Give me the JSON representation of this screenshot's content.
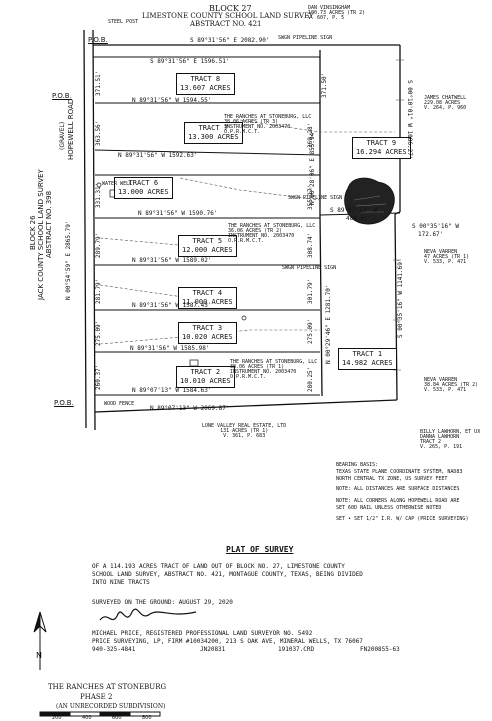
{
  "header": {
    "block": "BLOCK 27",
    "survey": "LIMESTONE COUNTY SCHOOL LAND SURVEY",
    "abstract": "ABSTRACT NO. 421"
  },
  "west_survey": {
    "block": "BLOCK 26",
    "survey": "JACK COUNTY SCHOOL LAND SURVEY",
    "abstract": "ABSTRACT NO. 398"
  },
  "road": {
    "name": "HOPEWELL ROAD",
    "surface": "(GRAVEL)"
  },
  "pob_label": "P.O.B.",
  "tracts": [
    {
      "name": "TRACT 8",
      "acres": "13.607 ACRES"
    },
    {
      "name": "TRACT 7",
      "acres": "13.300 ACRES"
    },
    {
      "name": "TRACT 9",
      "acres": "16.294 ACRES"
    },
    {
      "name": "TRACT 6",
      "acres": "13.000 ACRES"
    },
    {
      "name": "TRACT 5",
      "acres": "12.000 ACRES"
    },
    {
      "name": "TRACT 4",
      "acres": "11.000 ACRES"
    },
    {
      "name": "TRACT 3",
      "acres": "10.020 ACRES"
    },
    {
      "name": "TRACT 2",
      "acres": "10.010 ACRES"
    },
    {
      "name": "TRACT 1",
      "acres": "14.982 ACRES"
    }
  ],
  "bearings": {
    "top": "S 89°31'56\" E   2082.90'",
    "l8n": "S 89°31'56\" E   1596.51'",
    "l87": "N 89°31'56\" W   1594.55'",
    "l76": "N 89°31'56\" W   1592.63'",
    "l65": "N 89°31'56\" W   1590.76'",
    "l54": "N 89°31'56\" W   1589.02'",
    "l43": "N 89°31'56\" W   1587.43'",
    "l32": "N 89°31'56\" W   1585.98'",
    "l2b": "N 89°07'13\" W   1584.63'",
    "bottom": "N 89°07'13\" W   2069.87'",
    "tract9_s": "S 89°07'13\" W",
    "tract9_s_dist": "489.61'",
    "tract9_w": "N 00°28'06\" E   855.94'",
    "east1": "S 00°10'01\" W   1086.27'",
    "east2": "S 00°35'16\" W",
    "east2_dist": "172.67'",
    "east3": "S 00°35'16\" W   1141.69'",
    "tract1_w": "N 00°29'46\" E   1281.70'",
    "west_main": "N 00°54'59\" E   2865.79'"
  },
  "owners": {
    "ne": "DAN VINSINGHAM\n100.73 ACRES (TR 2)\nV. 607, P. 5",
    "east": "JAMES CHATWELL\n229.08 ACRES\nV. 264, P. 960",
    "neva1": "NEVA VARREN\n47 ACRES (TR 1)\nV. 533, P. 471",
    "neva2": "NEVA VARREN\n38.84 ACRES (TR 2)\nV. 533, P. 471",
    "billy": "BILLY LAWHORN, ET UX\nDANNA LAWHORN\nTRACT 2\nV. 265, P. 191",
    "lone": "LONE VALLEY REAL ESTATE, LTD\n131 ACRES (TR 1)\nV. 361, P. 683",
    "stone1": "THE RANCHES AT STONEBURG, LLC\n38.06 ACRES (TR 3)\nINSTRUMENT NO. 2003470\nO.P.R.M.C.T.",
    "stone2": "THE RANCHES AT STONEBURG, LLC\n36.06 ACRES (TR 2)\nINSTRUMENT NO. 2003470\nO.P.R.M.C.T.",
    "stone3": "THE RANCHES AT STONEBURG, LLC\n38.06 ACRES (TR 1)\nINSTRUMENT NO. 2003470\nO.P.R.M.C.T."
  },
  "notes": {
    "basis": "BEARING BASIS:\nTEXAS STATE PLANE COORDINATE SYSTEM, NAD83\nNORTH CENTRAL TX ZONE, US SURVEY FEET",
    "n1": "NOTE: ALL DISTANCES ARE SURFACE DISTANCES",
    "n2": "NOTE: ALL CORNERS ALONG HOPEWELL ROAD ARE\nSET 60D NAIL UNLESS OTHERWISE NOTED",
    "n3": "SET • SET 1/2\" I.R. W/ CAP (PRICE SURVEYING)"
  },
  "plat": {
    "title": "PLAT OF SURVEY",
    "desc": "OF A 114.193 ACRES TRACT OF LAND OUT OF BLOCK NO. 27, LIMESTONE COUNTY\nSCHOOL LAND SURVEY, ABSTRACT NO. 421, MONTAGUE COUNTY, TEXAS, BEING DIVIDED\nINTO NINE TRACTS",
    "surveyed": "SURVEYED ON THE GROUND: AUGUST 29, 2020",
    "surveyor": "MICHAEL PRICE, REGISTERED PROFESSIONAL LAND SURVEYOR NO. 5492",
    "firm": "PRICE SURVEYING, LP, FIRM #10034200, 213 S OAK AVE, MINERAL WELLS, TX  76067",
    "phone": "940-325-4841",
    "job": "JN20831",
    "crd": "191037.CRD",
    "fn": "FN200855-63"
  },
  "subdivision": {
    "name": "THE RANCHES AT STONEBURG",
    "phase": "PHASE 2",
    "note": "(AN UNRECORDED SUBDIVISION)"
  },
  "scale": {
    "marks": [
      "200",
      "400",
      "600",
      "800"
    ]
  },
  "north_label": "N",
  "side_dims": {
    "w1": "371.51'",
    "w2": "363.56'",
    "w3": "331.31'",
    "w4": "289.79'",
    "w5": "281.79'",
    "w6": "275.09'",
    "w7": "260.37'",
    "e1": "371.50'",
    "e2": "369.28'",
    "e3": "355.17'",
    "e4": "308.74'",
    "e5": "301.79'",
    "e6": "275.09'",
    "e7": "280.25'"
  },
  "misc": {
    "pipeline": "SWGN PIPELINE SIGN",
    "water_well": "WATER WELL",
    "steel_post": "STEEL POST",
    "wood_fence": "WOOD FENCE"
  }
}
